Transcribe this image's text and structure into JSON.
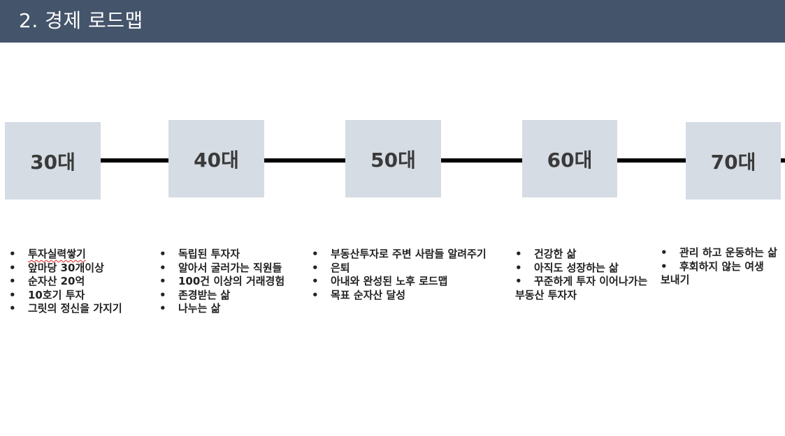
{
  "header": {
    "title": "2. 경제 로드맵"
  },
  "decades": [
    {
      "label": "30대",
      "goals": [
        "투자실력쌓기",
        "앞마당 30개이상",
        "순자산 20억",
        "10호기 투자",
        "그릿의 정신을 가지기"
      ]
    },
    {
      "label": "40대",
      "goals": [
        "독립된 투자자",
        "알아서 굴러가는 직원들",
        "100건 이상의 거래경험",
        "존경받는 삶",
        "나누는 삶"
      ]
    },
    {
      "label": "50대",
      "goals": [
        "부동산투자로 주변 사람들 알려주기",
        "은퇴",
        "아내와 완성된 노후 로드맵",
        "목표 순자산 달성"
      ]
    },
    {
      "label": "60대",
      "goals": [
        "건강한 삶",
        "아직도 성장하는 삶",
        "꾸준하게 투자 이어나가는",
        "부동산 투자자"
      ]
    },
    {
      "label": "70대",
      "goals": [
        "관리 하고 운동하는 삶",
        "후회하지 않는 여생",
        "보내기"
      ]
    }
  ],
  "colors": {
    "header_bg": "#44546a",
    "box_bg": "#d6dce4",
    "connector": "#000000"
  }
}
